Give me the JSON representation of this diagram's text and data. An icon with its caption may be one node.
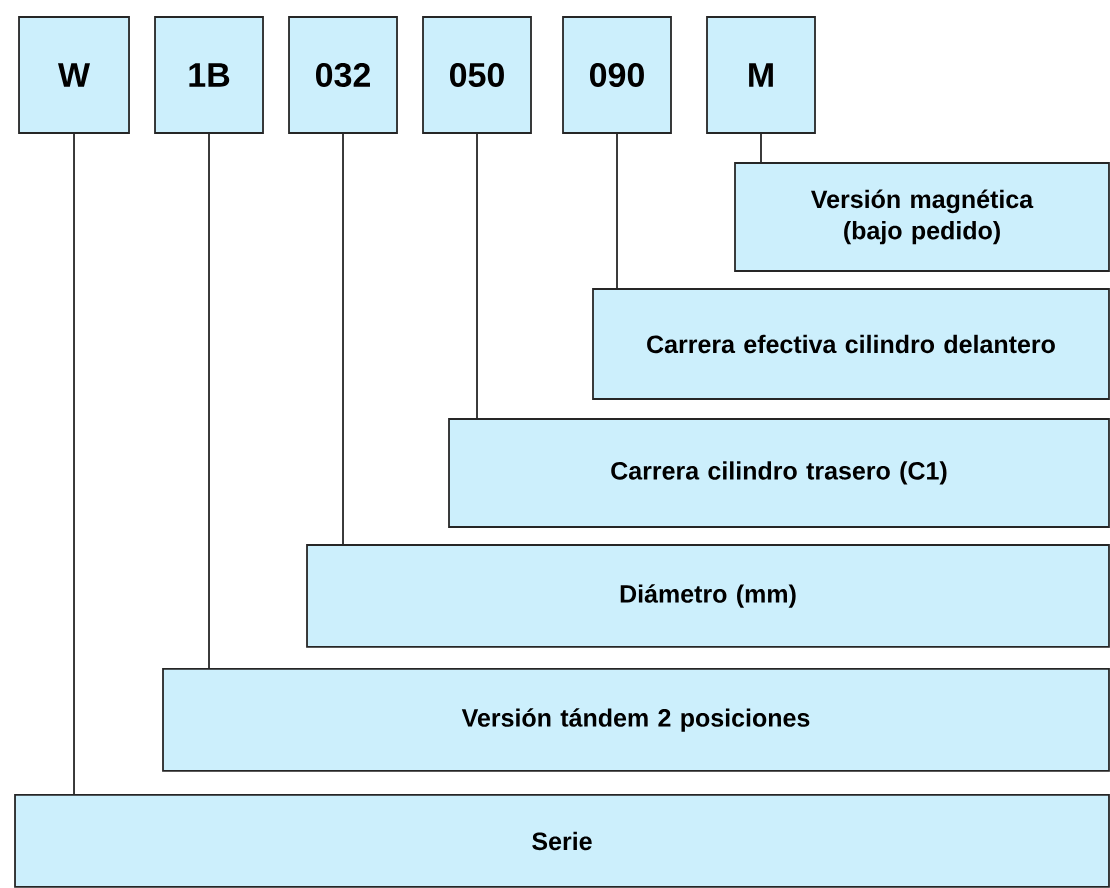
{
  "diagram": {
    "nodes": [
      {
        "text": [
          "W"
        ]
      },
      {
        "text": [
          "1B"
        ]
      },
      {
        "text": [
          "032"
        ]
      },
      {
        "text": [
          "050"
        ]
      },
      {
        "text": [
          "090"
        ]
      },
      {
        "text": [
          "M"
        ]
      },
      {
        "text": [
          "Versión magnética (bajo pedido)"
        ]
      },
      {
        "text": [
          "Carrera efectiva cilindro delantero"
        ]
      },
      {
        "text": [
          "Carrera cilindro trasero (C1)"
        ]
      },
      {
        "text": [
          "Diámetro (mm)"
        ]
      },
      {
        "text": [
          "Versión tándem 2 posiciones"
        ]
      },
      {
        "text": [
          "Serie"
        ]
      }
    ],
    "edges": [
      {
        "from": 0,
        "to": 11,
        "arrow": "none"
      },
      {
        "from": 1,
        "to": 10,
        "arrow": "none"
      },
      {
        "from": 2,
        "to": 9,
        "arrow": "none"
      },
      {
        "from": 3,
        "to": 8,
        "arrow": "none"
      },
      {
        "from": 4,
        "to": 7,
        "arrow": "none"
      },
      {
        "from": 5,
        "to": 6,
        "arrow": "none"
      }
    ]
  }
}
